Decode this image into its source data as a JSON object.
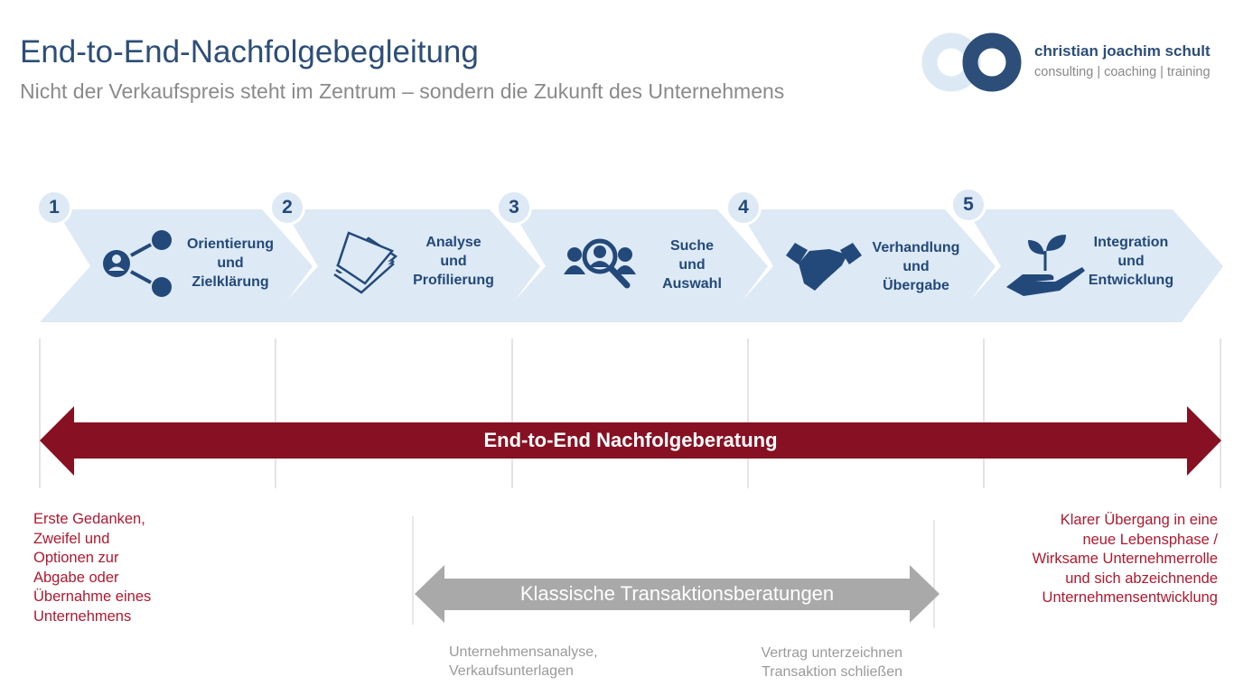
{
  "header": {
    "title": "End-to-End-Nachfolgebegleitung",
    "subtitle": "Nicht der Verkaufspreis steht im Zentrum – sondern die Zukunft des Unternehmens"
  },
  "logo": {
    "name": "christian joachim schult",
    "tagline": "consulting | coaching | training",
    "colors": {
      "dark": "#2c4e78",
      "light": "#dce9f5"
    }
  },
  "steps": [
    {
      "number": "1",
      "lines": [
        "Orientierung",
        "und",
        "Zielklärung"
      ],
      "icon": "network-person-icon"
    },
    {
      "number": "2",
      "lines": [
        "Analyse",
        "und",
        "Profilierung"
      ],
      "icon": "documents-stack-icon"
    },
    {
      "number": "3",
      "lines": [
        "Suche",
        "und",
        "Auswahl"
      ],
      "icon": "people-search-icon"
    },
    {
      "number": "4",
      "lines": [
        "Verhandlung",
        "und",
        "Übergabe"
      ],
      "icon": "handshake-icon"
    },
    {
      "number": "5",
      "lines": [
        "Integration",
        "und",
        "Entwicklung"
      ],
      "icon": "plant-hand-icon"
    }
  ],
  "main_arrow": {
    "label": "End-to-End Nachfolgeberatung",
    "color": "#871022"
  },
  "classic_arrow": {
    "label": "Klassische Transaktionsberatungen",
    "color": "#a9a9a9"
  },
  "notes": {
    "left": [
      "Erste Gedanken,",
      "Zweifel und",
      "Optionen zur",
      "Abgabe oder",
      "Übernahme eines",
      "Unternehmens"
    ],
    "right": [
      "Klarer Übergang in eine",
      "neue Lebensphase /",
      "Wirksame Unternehmerrolle",
      "und sich abzeichnende",
      "Unternehmensentwicklung"
    ],
    "classic_start": [
      "Unternehmensanalyse,",
      "Verkaufsunterlagen"
    ],
    "classic_end": [
      "Vertrag unterzeichnen",
      "Transaktion schließen"
    ]
  }
}
